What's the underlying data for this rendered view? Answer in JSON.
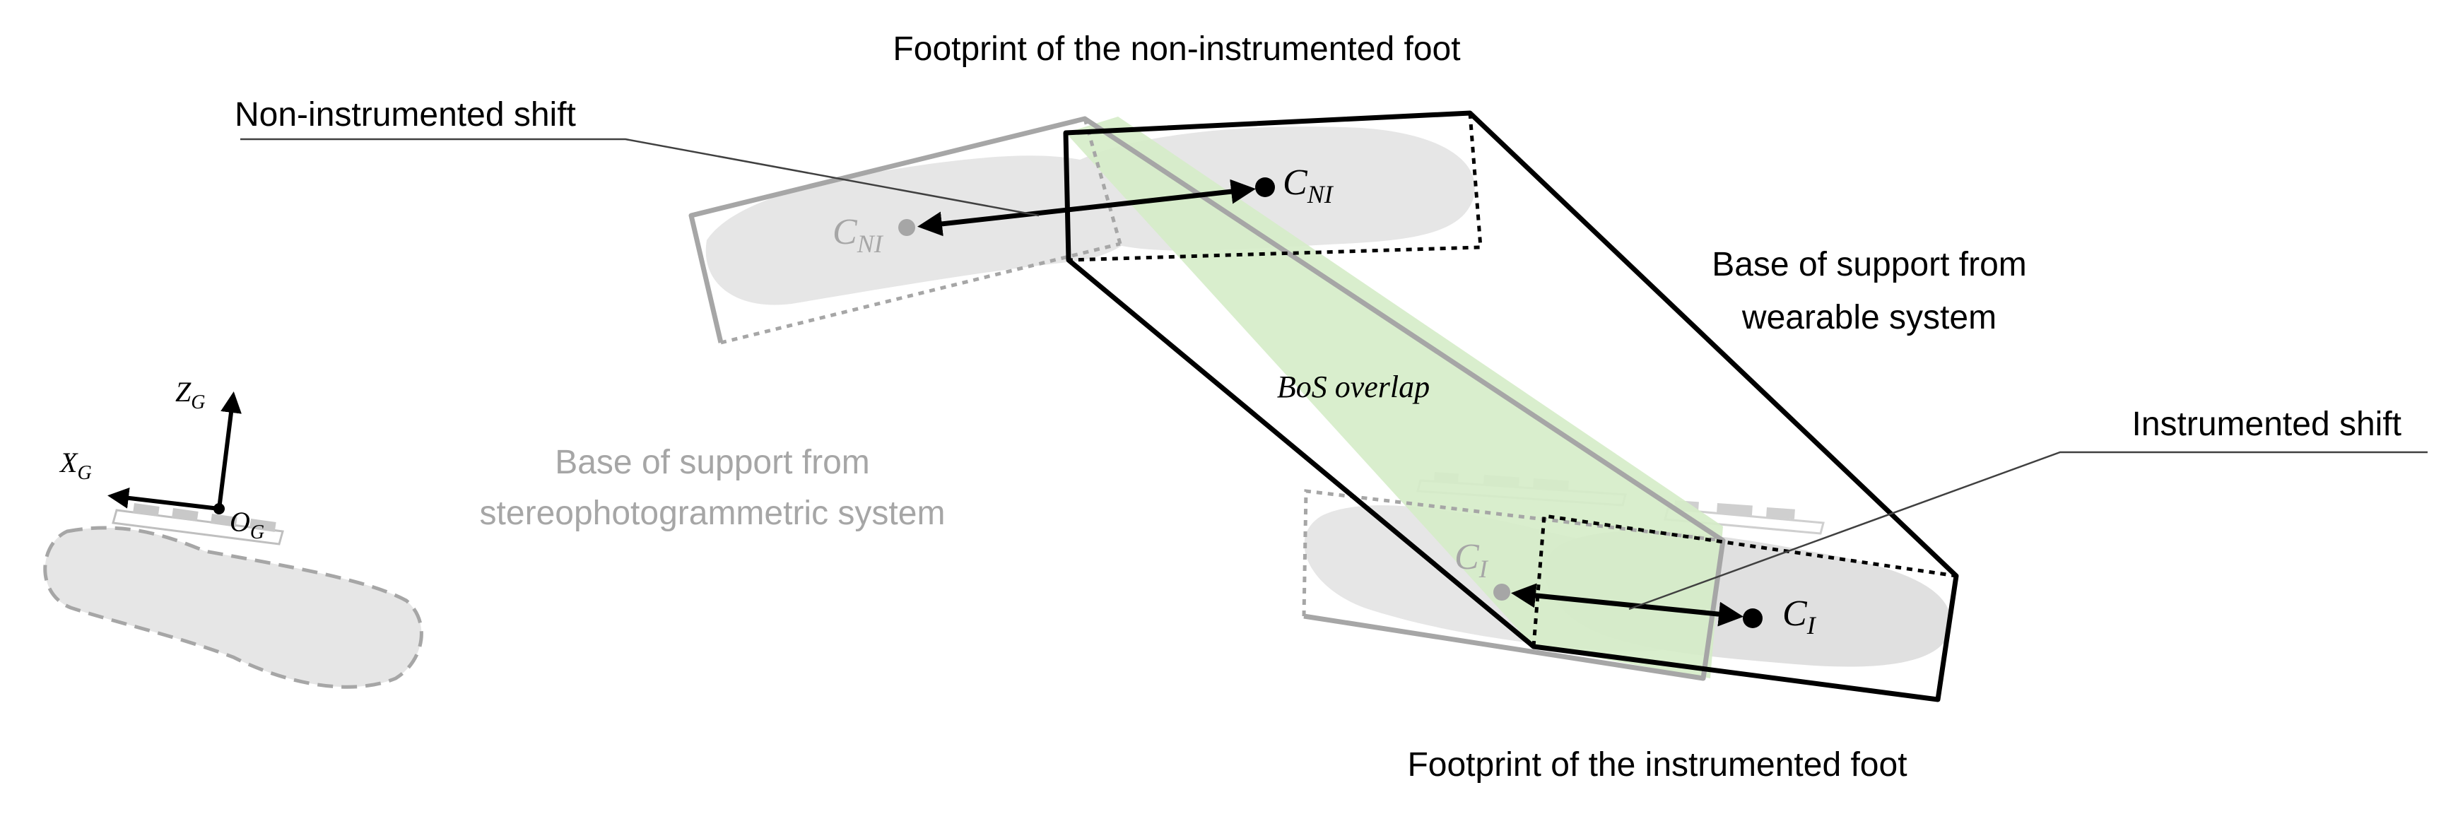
{
  "labels": {
    "footprint_non_instrumented": "Footprint of the non-instrumented foot",
    "non_instrumented_shift": "Non-instrumented shift",
    "bos_wearable_line1": "Base of support from",
    "bos_wearable_line2": "wearable system",
    "bos_overlap": "BoS overlap",
    "instrumented_shift": "Instrumented shift",
    "bos_stereo_line1": "Base of support from",
    "bos_stereo_line2": "stereophotogrammetric system",
    "footprint_instrumented": "Footprint of the instrumented foot"
  },
  "points": {
    "c_ni_main": "C",
    "c_ni_sub": "NI",
    "c_i_main": "C",
    "c_i_sub": "I"
  },
  "axes": {
    "z_main": "Z",
    "z_sub": "G",
    "x_main": "X",
    "x_sub": "G",
    "o_main": "O",
    "o_sub": "G"
  },
  "colors": {
    "wearable": "#000000",
    "stereo": "#a6a6a6",
    "overlap_fill": "#d5ecc8",
    "foot_fill": "#dcdcdc",
    "pointer_line": "#404040"
  }
}
